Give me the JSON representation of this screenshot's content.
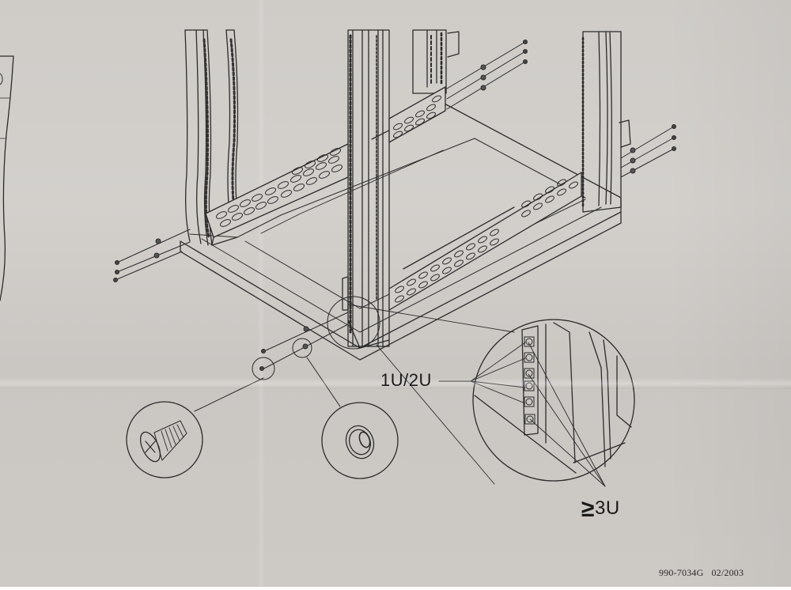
{
  "document": {
    "type": "rack assembly instruction sheet (photographed)",
    "paper_color": "#cfccc8",
    "line_color": "#2b2b2b"
  },
  "diagram": {
    "title": "",
    "callouts": {
      "mount_1u_2u": "1U/2U",
      "mount_3u_prefix": "≥",
      "mount_3u_suffix": "3U"
    },
    "detail_views": [
      {
        "name": "screw-detail",
        "depicts": "countersunk phillips screw"
      },
      {
        "name": "washer-detail",
        "depicts": "cup washer"
      },
      {
        "name": "rail-hole-detail",
        "depicts": "rack rail mounting holes, magnified"
      }
    ],
    "fasteners": {
      "left_screws": 3,
      "front_screws": 2,
      "rear_top_screws": 3,
      "rear_right_screws": 3
    }
  },
  "footer": {
    "part_number": "990-7034G",
    "date": "02/2003"
  }
}
